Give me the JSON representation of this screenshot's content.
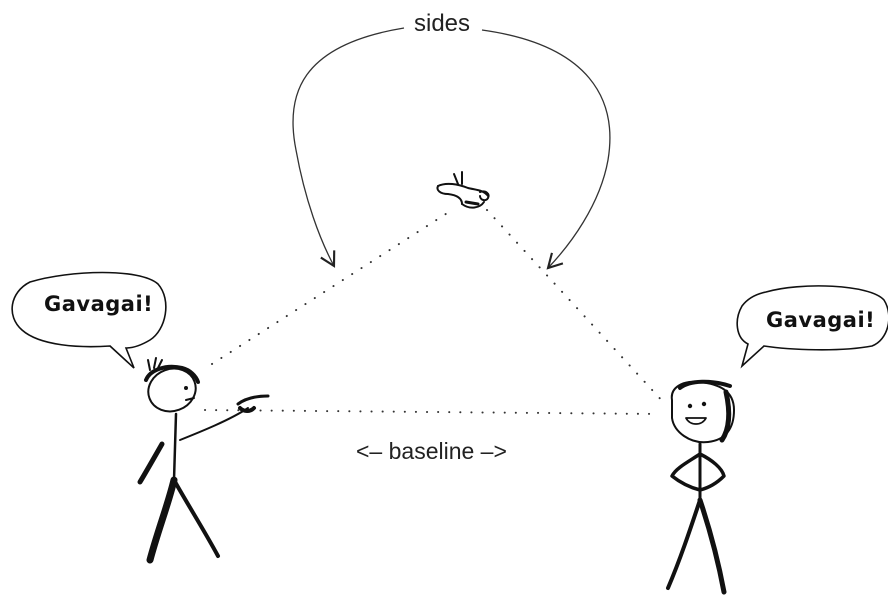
{
  "diagram": {
    "top_label": "sides",
    "baseline_label": "<– baseline –>",
    "speaker_left": {
      "speech": "Gavagai!"
    },
    "speaker_right": {
      "speech": "Gavagai!"
    }
  },
  "colors": {
    "ink": "#111111",
    "line": "#222222",
    "background": "#ffffff"
  }
}
